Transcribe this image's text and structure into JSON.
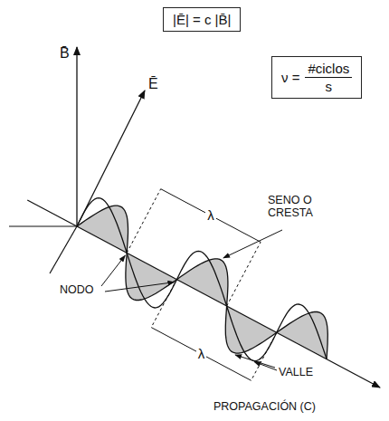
{
  "diagram": {
    "nodes": [
      {
        "text": [
          "|Ē| = c |B̄|"
        ]
      },
      {
        "text": [
          "ν =",
          "#ciclos",
          "s"
        ]
      }
    ],
    "labels": [
      "B̄",
      "Ē",
      "λ",
      "λ",
      "SENO O CRESTA",
      "NODO",
      "VALLE",
      "PROPAGACIÓN (C)"
    ]
  }
}
